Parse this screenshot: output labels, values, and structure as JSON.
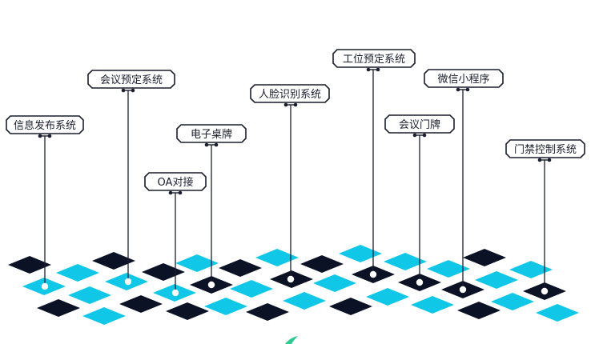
{
  "colors": {
    "dark": "#0c1226",
    "cyan": "#10c7e8",
    "line": "#1a1f2e",
    "accent": "#2ec98f"
  },
  "nodes": [
    {
      "label": "信息发布系统"
    },
    {
      "label": "会议预定系统"
    },
    {
      "label": "OA对接"
    },
    {
      "label": "电子桌牌"
    },
    {
      "label": "人脸识别系统"
    },
    {
      "label": "工位预定系统"
    },
    {
      "label": "会议门牌"
    },
    {
      "label": "微信小程序"
    },
    {
      "label": "门禁控制系统"
    }
  ]
}
